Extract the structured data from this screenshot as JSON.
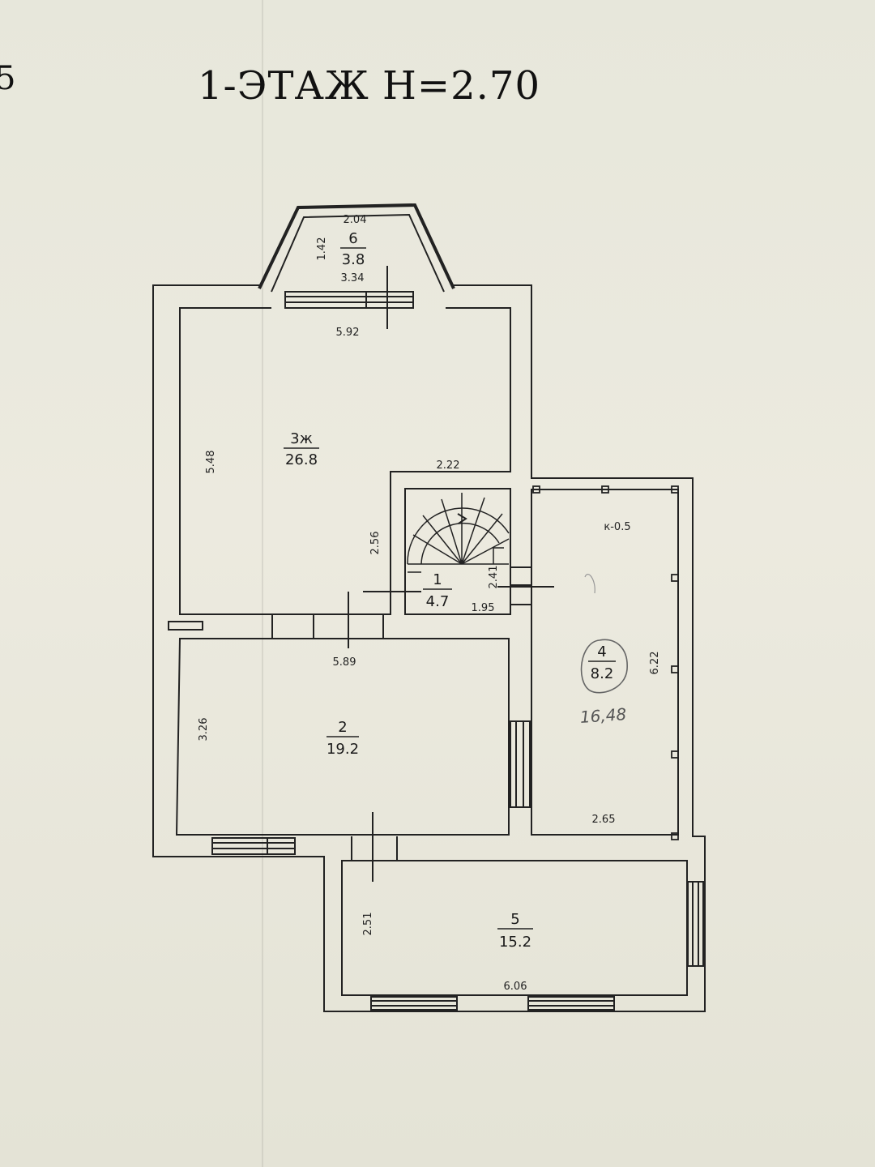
{
  "title": "1-ЭТАЖ  Н=2.70",
  "page_number": "5",
  "rooms": [
    {
      "number": "1",
      "area": "4.7"
    },
    {
      "number": "2",
      "area": "19.2"
    },
    {
      "number": "3ж",
      "area": "26.8"
    },
    {
      "number": "4",
      "area": "8.2"
    },
    {
      "number": "5",
      "area": "15.2"
    },
    {
      "number": "6",
      "area": "3.8"
    }
  ],
  "dimensions": {
    "bay_top": "2.04",
    "bay_depth": "1.42",
    "bay_base": "3.34",
    "room3_width": "5.92",
    "room3_height": "5.48",
    "stair_width": "2.22",
    "stair_height": "2.56",
    "room1_height": "2.41",
    "room1_width": "1.95",
    "room2_width": "5.89",
    "room2_height": "3.26",
    "room4_height": "6.22",
    "room4_width": "2.65",
    "room5_height": "2.51",
    "room5_width": "6.06"
  },
  "annotations": {
    "room4_level": "к-0.5",
    "handwritten": "16,48"
  },
  "colors": {
    "paper": "#e9e8dc",
    "lines": "#222222",
    "handwriting": "#555555"
  }
}
